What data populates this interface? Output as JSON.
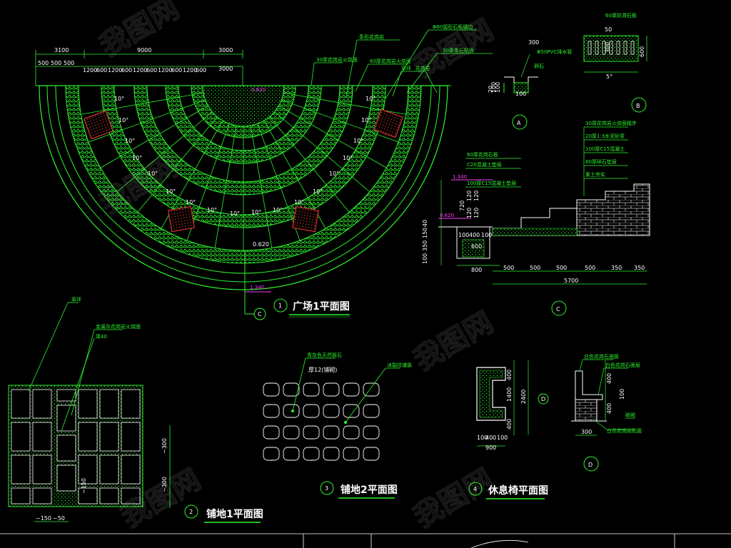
{
  "plaza": {
    "top_dims": [
      "3100",
      "9000",
      "3000"
    ],
    "sub_dims": [
      "500",
      "500",
      "500",
      "1200",
      "600",
      "1200",
      "600",
      "1200",
      "600",
      "1200",
      "600",
      "1200",
      "600"
    ],
    "right_dim": "3000",
    "angle": "10°",
    "elev_top": "0.620",
    "elev_mid": "0.620",
    "elev_bot": "1.340",
    "callouts": [
      "Φ60弧形石板缀边",
      "条形花岗岩",
      "30厚条石贴面",
      "30厚花岗岩火烧面",
      "60厚花岗岩火烧面",
      "草坪",
      "花岗岩"
    ],
    "section_label": "C",
    "title_num": "1",
    "title": "广场1平面图"
  },
  "detail_a": {
    "label": "A",
    "dims": [
      "300",
      "100",
      "100",
      "20",
      "100"
    ],
    "notes": [
      "Φ50PVC排水管",
      "卵石"
    ]
  },
  "detail_b": {
    "label": "B",
    "dims": [
      "50",
      "300",
      "600",
      "5°"
    ],
    "note": "60厚防滑石板"
  },
  "detail_c": {
    "label": "C",
    "elev": [
      "1.340",
      "0.620"
    ],
    "notes": [
      "60厚花岗石板",
      "C20混凝土垫层",
      "100厚C15混凝土垫层",
      "30厚花岗岩火烧面踏步",
      "20厚1:3水泥砂浆",
      "100厚C15混凝土",
      "80厚碎石垫层",
      "素土夯实"
    ],
    "left_dims": [
      "120",
      "120",
      "120",
      "120",
      "720",
      "40",
      "150",
      "350",
      "100"
    ],
    "bottom_small": [
      "100",
      "400",
      "100",
      "600",
      "800"
    ],
    "steps": [
      "500",
      "500",
      "500",
      "500",
      "350"
    ],
    "total": "5700"
  },
  "paving1": {
    "title_num": "2",
    "title": "铺地1平面图",
    "notes": [
      "草坪",
      "金属灰花岗岩火烧面",
      "厚40"
    ],
    "dims": [
      "~150",
      "~50",
      "~300",
      "~150",
      "~300"
    ]
  },
  "paving2": {
    "title_num": "3",
    "title": "铺地2平面图",
    "notes": [
      "青灰色天然板石",
      "厚12(铺砌)",
      "冰裂纹铺装"
    ]
  },
  "bench": {
    "title_num": "4",
    "title": "休息椅平面图",
    "label": "D",
    "dims": [
      "400",
      "1400",
      "400",
      "2400",
      "100",
      "400",
      "100",
      "900"
    ],
    "notes": [
      "白色花岗石面板",
      "白色花岗石面层",
      "砖砌",
      "白色花岗岩贴面"
    ],
    "side_dims": [
      "400",
      "100",
      "400",
      "300"
    ]
  },
  "watermark": "我图网"
}
